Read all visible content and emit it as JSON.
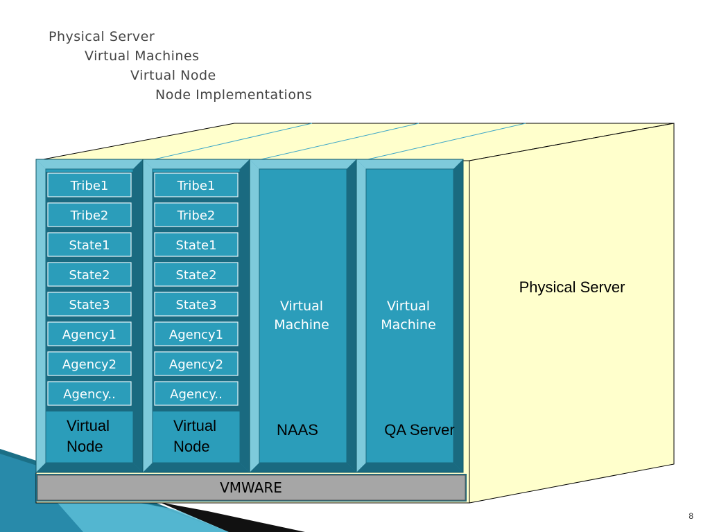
{
  "headings": [
    "Physical Server",
    "Virtual Machines",
    "Virtual Node",
    "Node Implementations"
  ],
  "colors": {
    "server_face": "#ffffcc",
    "vm_outer": "#2a8fa8",
    "vm_inner": "#2b9dba",
    "vm_bevel_light": "#7ecadb",
    "vm_bevel_dark": "#1a6a80",
    "tile": "#2b9dba",
    "vmware_bar": "#a6a6a6",
    "decor_dark": "#1b6f86",
    "decor_light": "#4fb3d0"
  },
  "server_label": "Physical Server",
  "vmware_label": "VMWARE",
  "columns": [
    {
      "type": "node",
      "items": [
        "Tribe1",
        "Tribe2",
        "State1",
        "State2",
        "State3",
        "Agency1",
        "Agency2",
        "Agency.."
      ],
      "label_lines": [
        "Virtual",
        "Node"
      ]
    },
    {
      "type": "node",
      "items": [
        "Tribe1",
        "Tribe2",
        "State1",
        "State2",
        "State3",
        "Agency1",
        "Agency2",
        "Agency.."
      ],
      "label_lines": [
        "Virtual",
        "Node"
      ]
    },
    {
      "type": "vm",
      "title_lines": [
        "Virtual",
        "Machine"
      ],
      "label": "NAAS"
    },
    {
      "type": "vm",
      "title_lines": [
        "Virtual",
        "Machine"
      ],
      "label": "QA Server"
    }
  ],
  "page_number": "8"
}
